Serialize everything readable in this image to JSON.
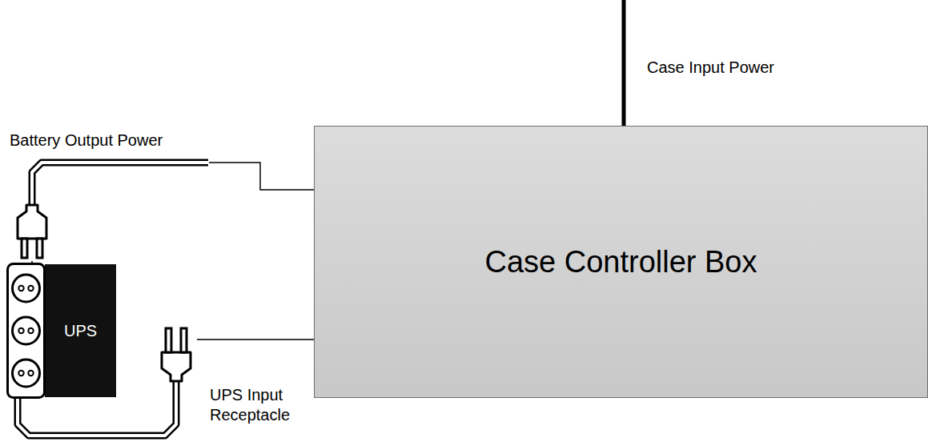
{
  "diagram": {
    "nodes": [
      {
        "text": [
          "Case Controller Box"
        ]
      },
      {
        "text": [
          "UPS"
        ]
      }
    ],
    "edges": [
      {
        "from": 1,
        "to": 0,
        "arrow": "none",
        "label": "Battery Output Power"
      },
      {
        "from": 1,
        "to": 0,
        "arrow": "none",
        "label": "UPS Input Receptacle"
      }
    ],
    "labels": [
      "Case Input Power"
    ]
  }
}
